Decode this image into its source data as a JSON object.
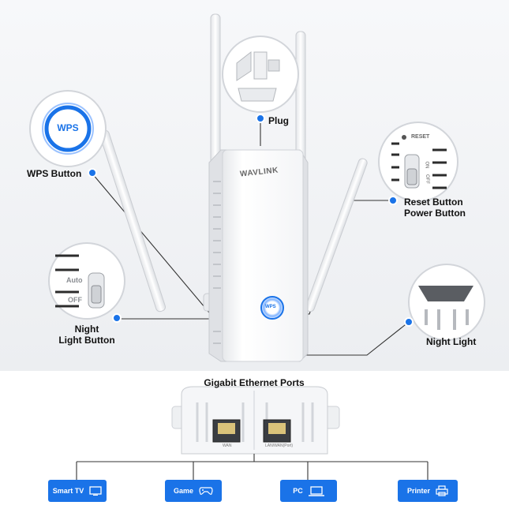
{
  "callouts": {
    "plug": "Plug",
    "wps_button": "WPS Button",
    "reset_button": "Reset Button",
    "power_button": "Power Button",
    "night_light_button_line1": "Night",
    "night_light_button_line2": "Light Button",
    "night_light": "Night Light"
  },
  "device": {
    "brand": "WAVLINK",
    "wps_key": "WPS",
    "reset_label": "RESET",
    "on_label": "ON",
    "off_label": "OFF",
    "auto_label": "Auto",
    "night_off_label": "OFF"
  },
  "ports": {
    "title": "Gigabit Ethernet Ports",
    "wan_label": "WAN",
    "lan_label": "LAN/WAN(Port)"
  },
  "connections": [
    {
      "label": "Smart TV",
      "icon": "smart-tv-icon"
    },
    {
      "label": "Game",
      "icon": "gamepad-icon"
    },
    {
      "label": "PC",
      "icon": "laptop-icon"
    },
    {
      "label": "Printer",
      "icon": "printer-icon"
    }
  ],
  "colors": {
    "accent": "#1a73e8",
    "line": "#333333"
  }
}
